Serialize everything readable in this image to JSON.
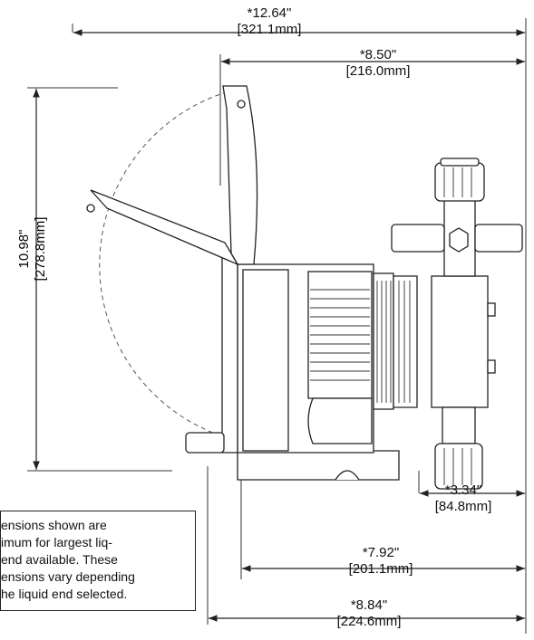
{
  "dimensions": {
    "overall_width": {
      "in": "*12.64\"",
      "mm": "[321.1mm]"
    },
    "pump_width": {
      "in": "*8.50\"",
      "mm": "[216.0mm]"
    },
    "height": {
      "in": "10.98\"",
      "mm": "[278.8mm]"
    },
    "head_depth": {
      "in": "*3.34\"",
      "mm": "[84.8mm]"
    },
    "base_width": {
      "in": "*7.92\"",
      "mm": "[201.1mm]"
    },
    "total_depth": {
      "in": "*8.84\"",
      "mm": "[224.6mm]"
    }
  },
  "note": {
    "lines": [
      "ensions shown are",
      "imum for largest liq-",
      "end available. These",
      "ensions vary depending",
      "he liquid end selected."
    ]
  }
}
